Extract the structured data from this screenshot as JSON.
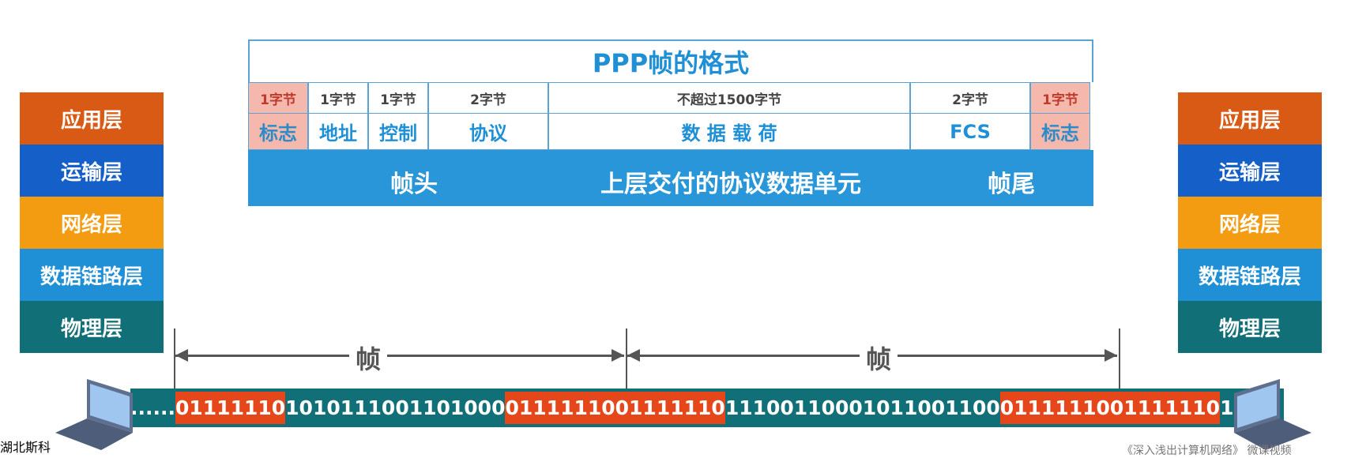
{
  "layers": [
    "应用层",
    "运输层",
    "网络层",
    "数据链路层",
    "物理层"
  ],
  "frame_format": {
    "title": "PPP帧的格式",
    "fields": [
      {
        "size": "1字节",
        "name": "标志",
        "flag": true,
        "width": 76
      },
      {
        "size": "1字节",
        "name": "地址",
        "flag": false,
        "width": 76
      },
      {
        "size": "1字节",
        "name": "控制",
        "flag": false,
        "width": 76
      },
      {
        "size": "2字节",
        "name": "协议",
        "flag": false,
        "width": 152
      },
      {
        "size": "不超过1500字节",
        "name": "数 据 载 荷",
        "flag": false,
        "width": 458
      },
      {
        "size": "2字节",
        "name": "FCS",
        "flag": false,
        "width": 152
      },
      {
        "size": "1字节",
        "name": "标志",
        "flag": true,
        "width": 76
      }
    ],
    "header_label": "帧头",
    "payload_label": "上层交付的协议数据单元",
    "trailer_label": "帧尾"
  },
  "frame_labels": [
    "帧",
    "帧"
  ],
  "bitstream": [
    {
      "text": "......",
      "flag": false
    },
    {
      "text": "01111110",
      "flag": true
    },
    {
      "text": "1010111001101000",
      "flag": false
    },
    {
      "text": "0111111001111110",
      "flag": true
    },
    {
      "text": "111001100010110011",
      "flag": false
    },
    {
      "text": "00",
      "flag": false
    },
    {
      "text": "01111110",
      "flag": true
    },
    {
      "text": "01111110",
      "flag": true
    },
    {
      "text": "1",
      "flag": false
    }
  ],
  "footer_left": "湖北斯科",
  "footer_right": "《深入浅出计算机网络》 微课视频"
}
